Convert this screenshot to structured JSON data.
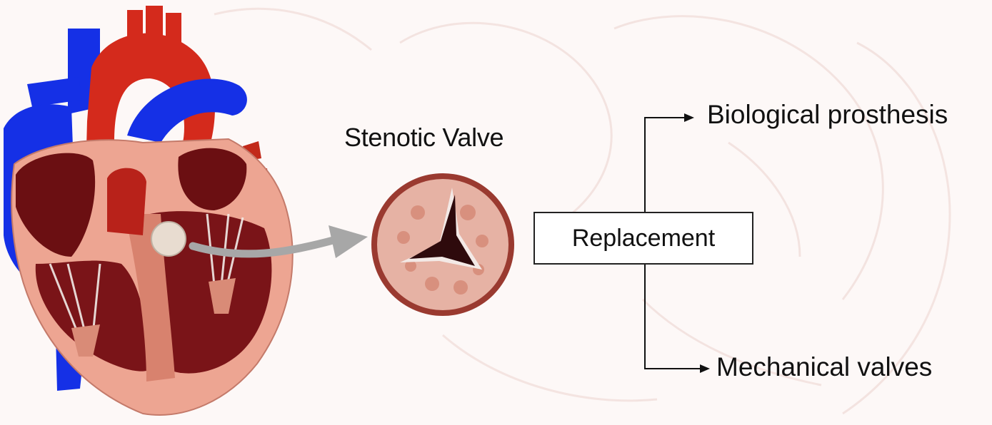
{
  "labels": {
    "stenotic_valve": "Stenotic Valve",
    "replacement": "Replacement",
    "biological": "Biological prosthesis",
    "mechanical": "Mechanical valves"
  },
  "colors": {
    "aorta_red": "#d42a1c",
    "vein_blue": "#1530e6",
    "muscle_pink": "#eda592",
    "chamber_dark": "#6b0f12",
    "arrow_gray": "#a7a7a7"
  }
}
